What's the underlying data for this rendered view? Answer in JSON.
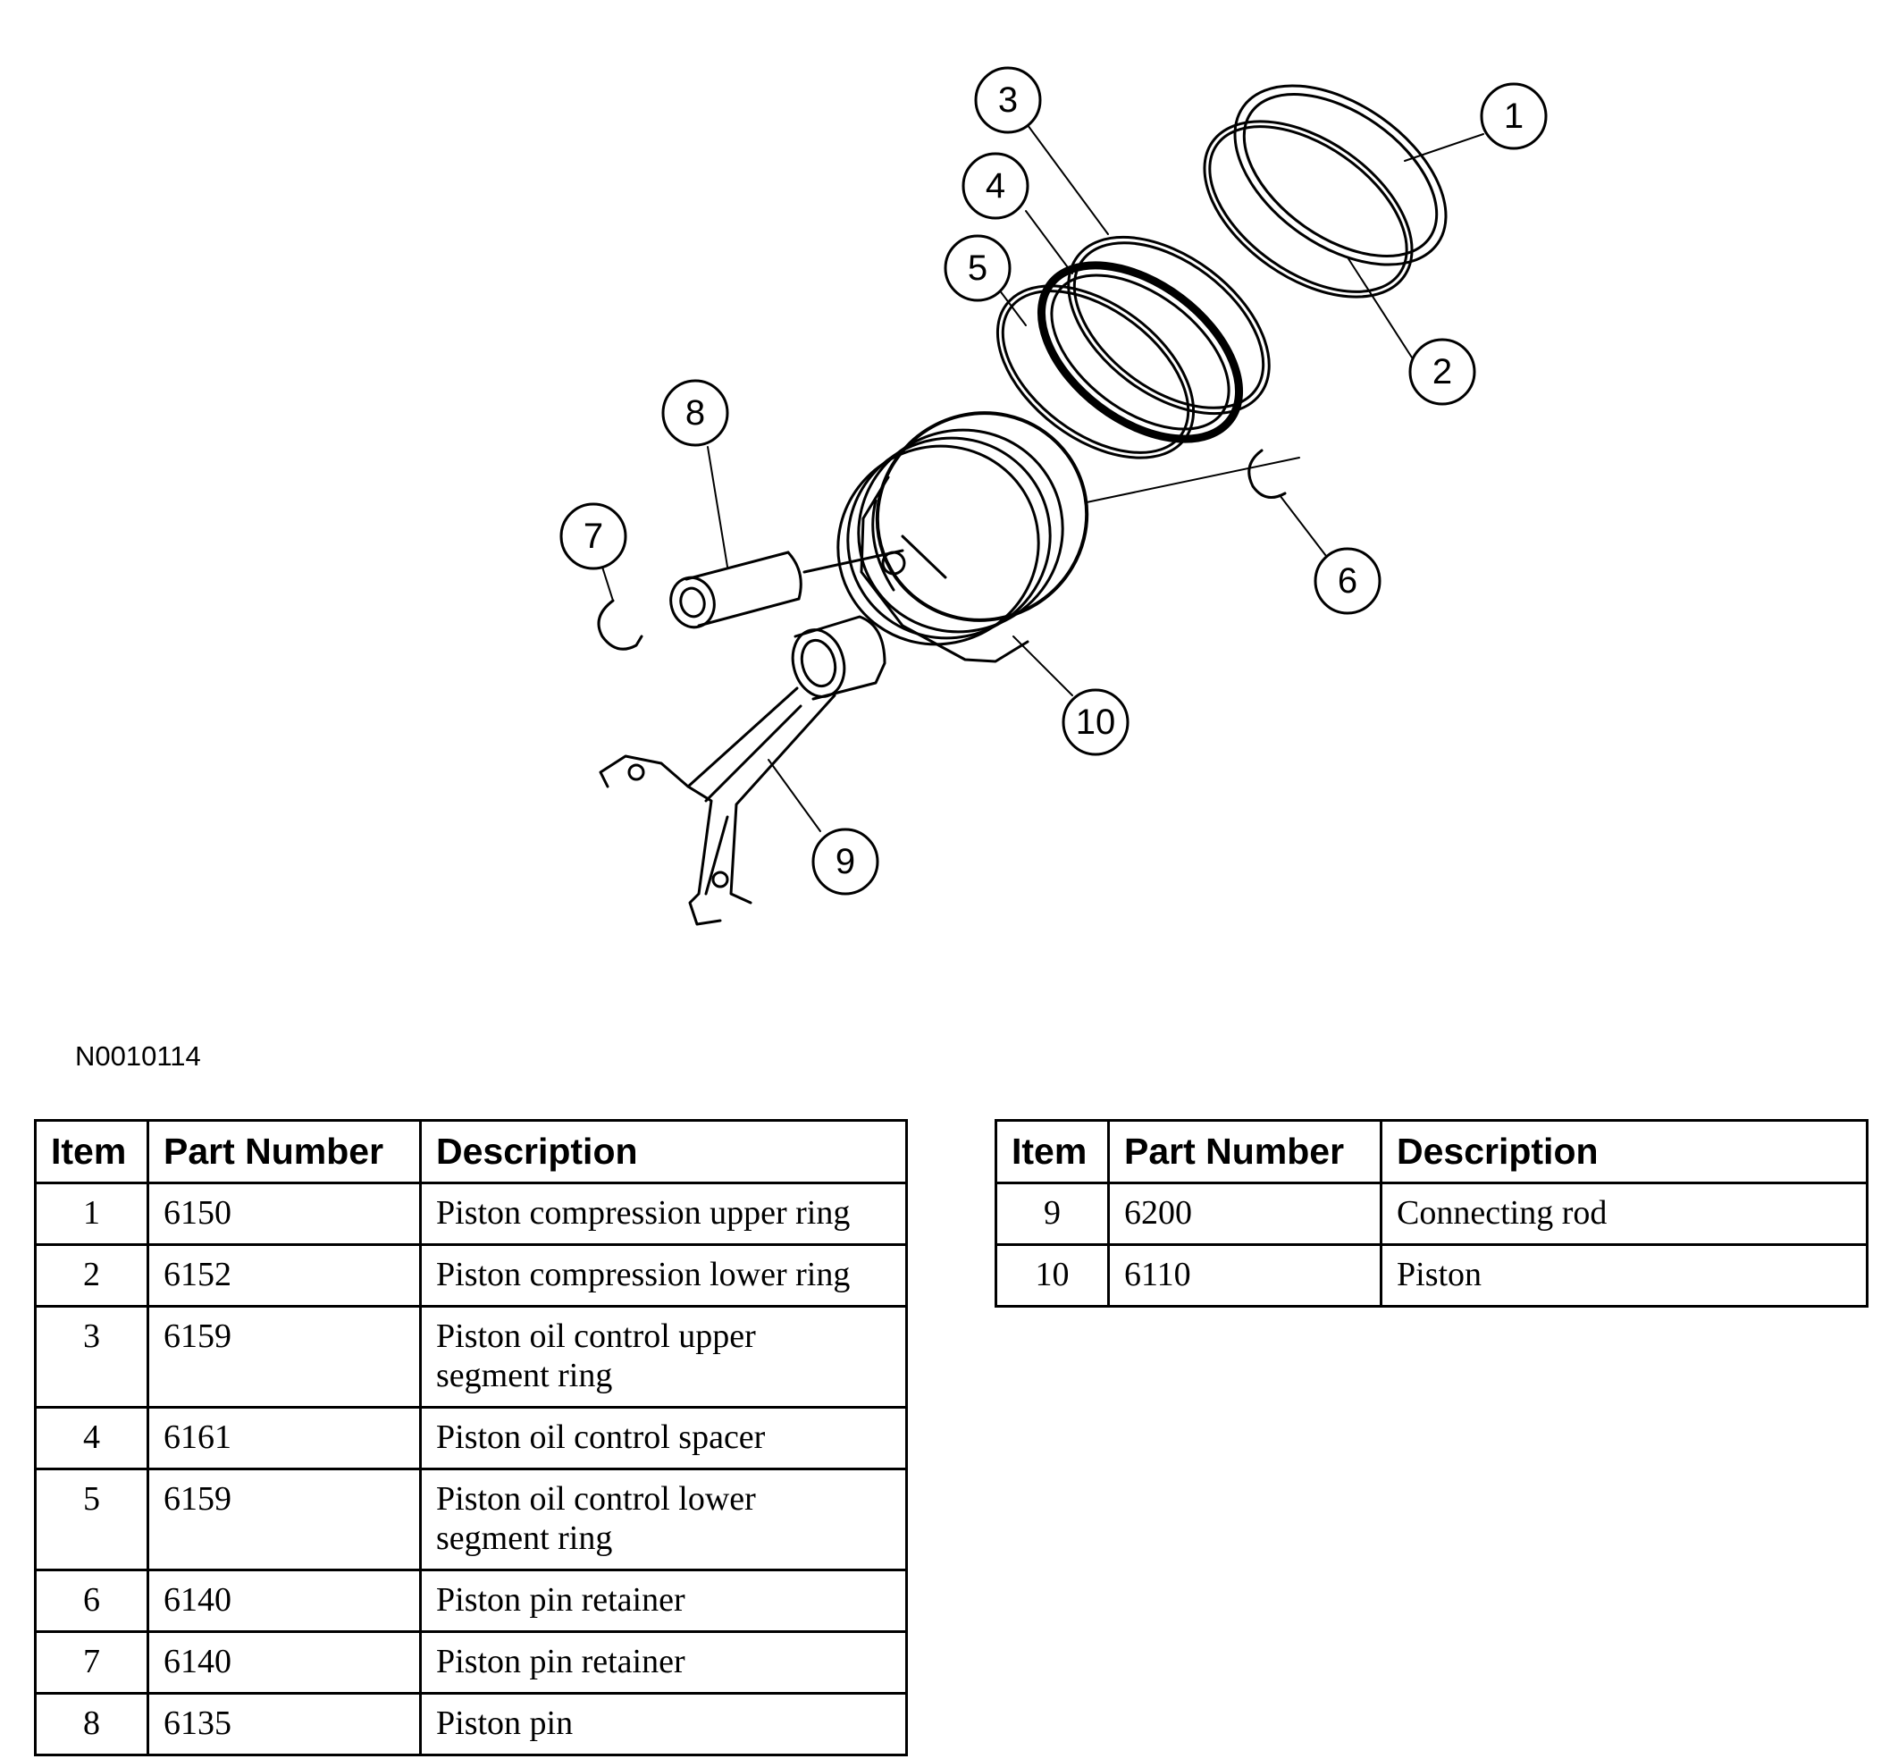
{
  "figure_id": "N0010114",
  "callouts": [
    "1",
    "2",
    "3",
    "4",
    "5",
    "6",
    "7",
    "8",
    "9",
    "10"
  ],
  "table_headers": {
    "item": "Item",
    "part_number": "Part Number",
    "description": "Description"
  },
  "table_left": [
    {
      "item": "1",
      "part_number": "6150",
      "description": "Piston compression upper ring"
    },
    {
      "item": "2",
      "part_number": "6152",
      "description": "Piston compression lower ring"
    },
    {
      "item": "3",
      "part_number": "6159",
      "description": "Piston oil control upper segment ring"
    },
    {
      "item": "4",
      "part_number": "6161",
      "description": "Piston oil control spacer"
    },
    {
      "item": "5",
      "part_number": "6159",
      "description": "Piston oil control lower segment ring"
    },
    {
      "item": "6",
      "part_number": "6140",
      "description": "Piston pin retainer"
    },
    {
      "item": "7",
      "part_number": "6140",
      "description": "Piston pin retainer"
    },
    {
      "item": "8",
      "part_number": "6135",
      "description": "Piston pin"
    }
  ],
  "table_right": [
    {
      "item": "9",
      "part_number": "6200",
      "description": "Connecting rod"
    },
    {
      "item": "10",
      "part_number": "6110",
      "description": "Piston"
    }
  ]
}
